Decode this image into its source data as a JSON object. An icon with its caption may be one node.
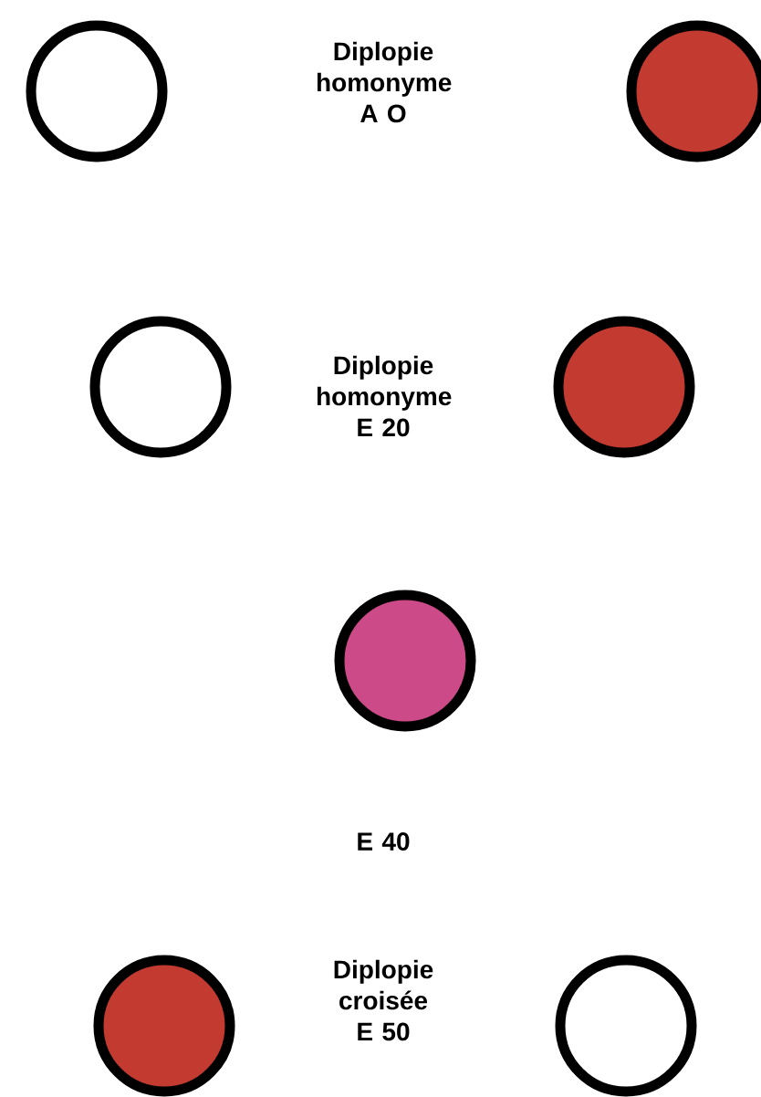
{
  "diagram": {
    "nodes": [
      {
        "text": [],
        "shape": "circle"
      },
      {
        "text": [],
        "shape": "circle"
      },
      {
        "text": [],
        "shape": "circle"
      },
      {
        "text": [],
        "shape": "circle"
      },
      {
        "text": [],
        "shape": "circle"
      },
      {
        "text": [],
        "shape": "circle"
      },
      {
        "text": [],
        "shape": "circle"
      }
    ],
    "labels": [
      "Diplopie homonyme A O",
      "Diplopie homonyme E 20",
      "E 40",
      "Diplopie croisée E 50"
    ]
  }
}
